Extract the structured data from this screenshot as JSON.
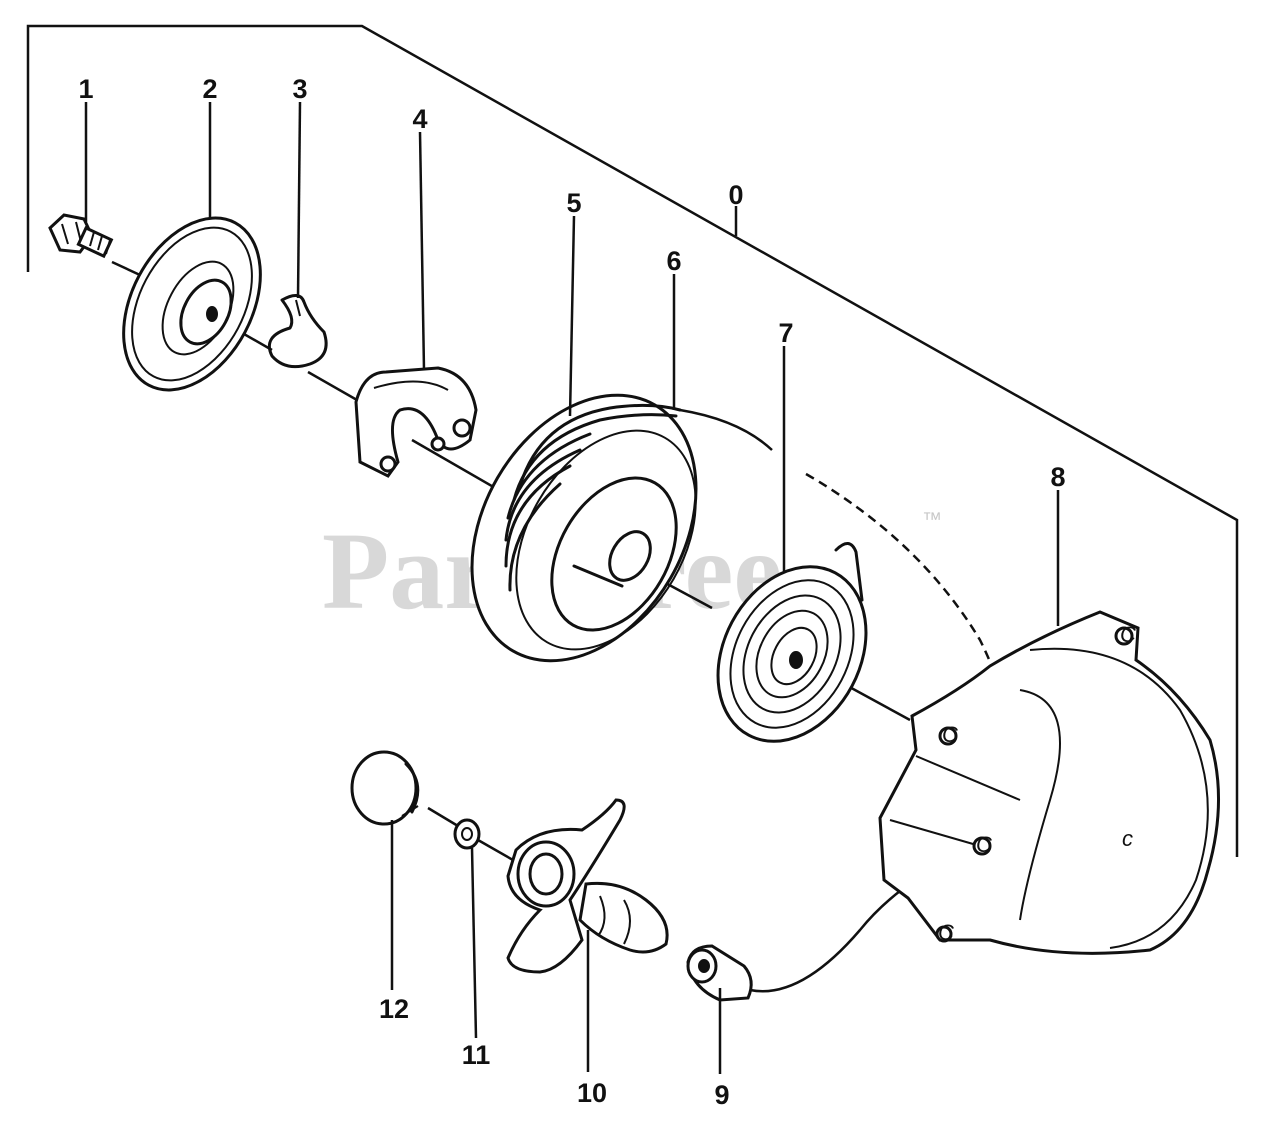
{
  "diagram": {
    "callouts": [
      {
        "id": "0",
        "label": "0"
      },
      {
        "id": "1",
        "label": "1"
      },
      {
        "id": "2",
        "label": "2"
      },
      {
        "id": "3",
        "label": "3"
      },
      {
        "id": "4",
        "label": "4"
      },
      {
        "id": "5",
        "label": "5"
      },
      {
        "id": "6",
        "label": "6"
      },
      {
        "id": "7",
        "label": "7"
      },
      {
        "id": "8",
        "label": "8"
      },
      {
        "id": "9",
        "label": "9"
      },
      {
        "id": "10",
        "label": "10"
      },
      {
        "id": "11",
        "label": "11"
      },
      {
        "id": "12",
        "label": "12"
      }
    ],
    "housing_marks": [
      "C",
      "C",
      "C",
      "C",
      "c"
    ]
  },
  "watermark": {
    "text": "PartsTree",
    "trademark": "™"
  }
}
